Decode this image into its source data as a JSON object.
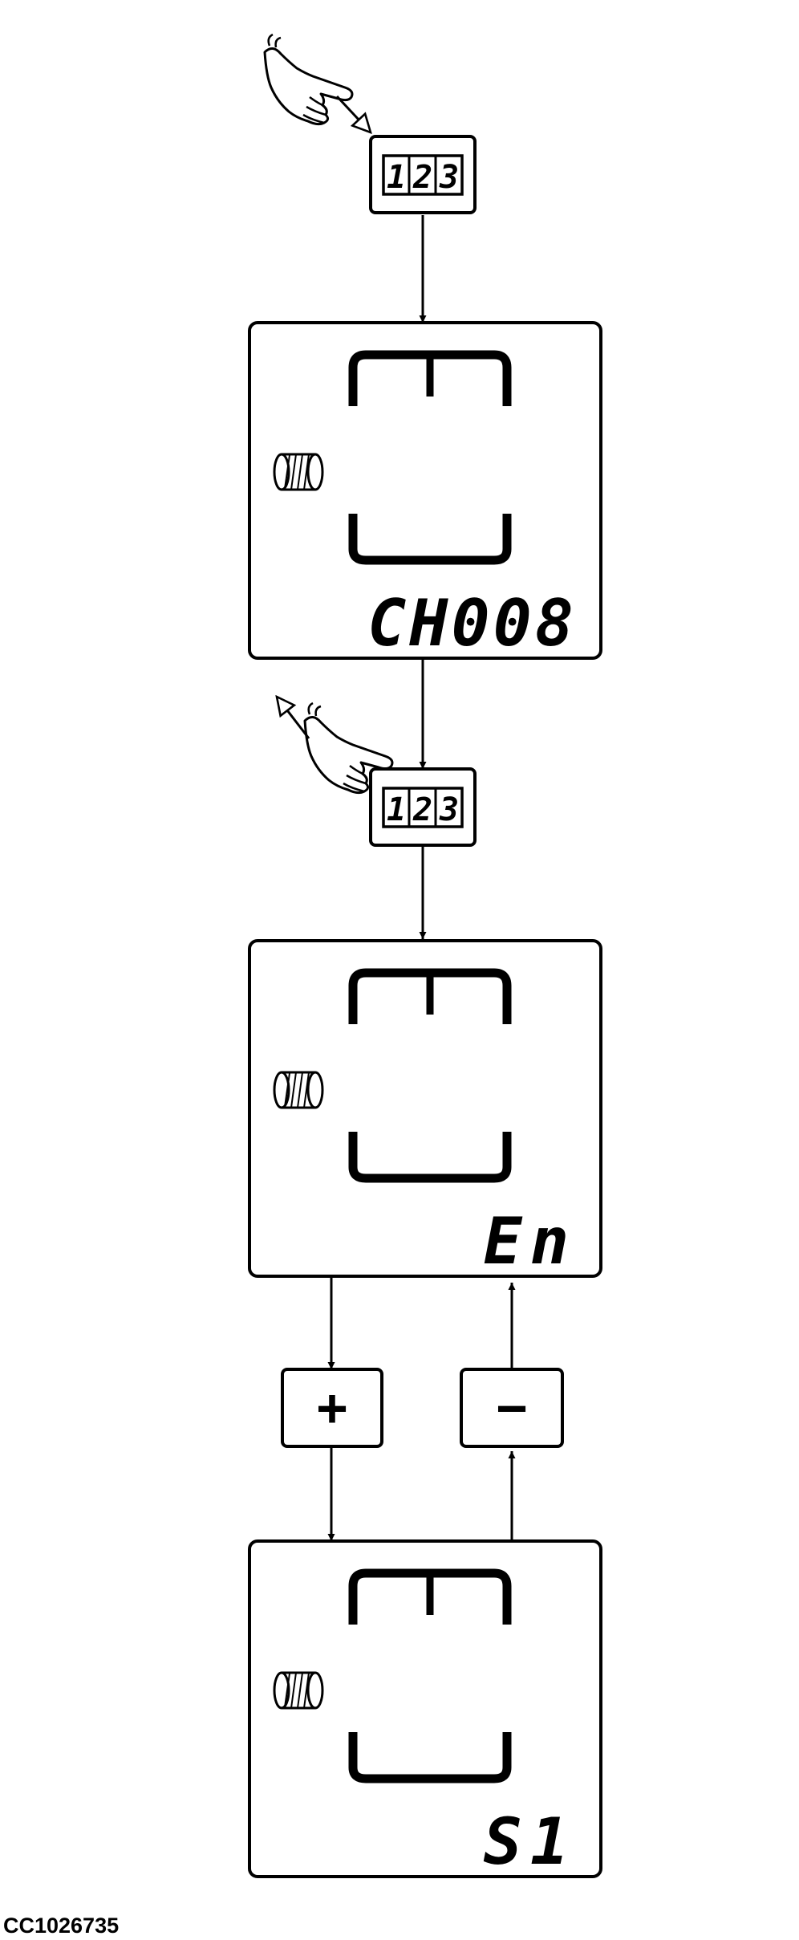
{
  "keypad": {
    "digits": [
      "1",
      "2",
      "3"
    ]
  },
  "screens": [
    {
      "readout": "CH008"
    },
    {
      "readout": "En"
    },
    {
      "readout": "S1"
    }
  ],
  "buttons": {
    "plus_label": "+",
    "minus_label": "−"
  },
  "reference_code": "CC1026735"
}
